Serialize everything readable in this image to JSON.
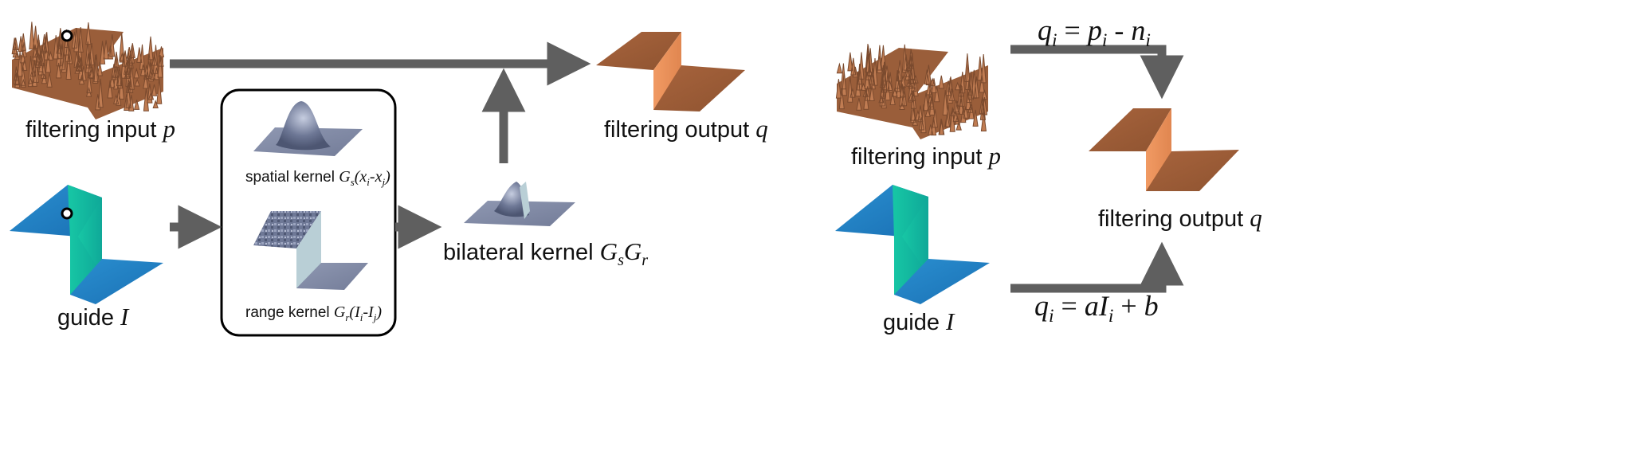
{
  "left": {
    "input_label": "filtering input",
    "input_var": "p",
    "guide_label": "guide",
    "guide_var": "I",
    "output_label": "filtering output",
    "output_var": "q",
    "spatial_label": "spatial kernel",
    "spatial_expr": "G",
    "spatial_sub": "s",
    "spatial_args": "(x",
    "spatial_args_i": "i",
    "spatial_args_mid": "-x",
    "spatial_args_j": "j",
    "spatial_args_end": ")",
    "range_label": "range kernel",
    "range_expr": "G",
    "range_sub": "r",
    "range_args": "(I",
    "range_args_i": "i",
    "range_args_mid": "-I",
    "range_args_j": "j",
    "range_args_end": ")",
    "bilateral_label": "bilateral kernel",
    "bilateral_g1": "G",
    "bilateral_s": "s",
    "bilateral_g2": "G",
    "bilateral_r": "r"
  },
  "right": {
    "input_label": "filtering input",
    "input_var": "p",
    "guide_label": "guide",
    "guide_var": "I",
    "output_label": "filtering output",
    "output_var": "q",
    "eq_top": {
      "q": "q",
      "qi": "i",
      "eq": " = ",
      "p": "p",
      "pi": "i",
      "minus": " - ",
      "n": "n",
      "ni": "i"
    },
    "eq_bottom": {
      "q": "q",
      "qi": "i",
      "eq": " = ",
      "a": "aI",
      "ai": "i",
      "plus": " + ",
      "b": "b"
    }
  },
  "colors": {
    "noisy_surface": "#b5744d",
    "noisy_dark": "#7a4a2e",
    "output_top": "#9c5c36",
    "output_step": "#e9935c",
    "guide_top": "#1f86c6",
    "guide_step": "#10b9a0",
    "kernel_gray": "#8a93ad",
    "arrow": "#5f5f5f"
  }
}
